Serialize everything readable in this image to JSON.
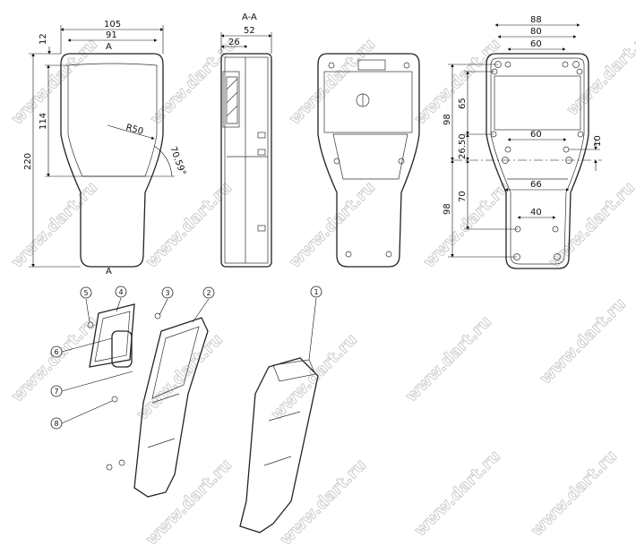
{
  "watermark": "www.dart.ru",
  "front_view": {
    "width_outer": "105",
    "width_inner": "91",
    "height_total": "220",
    "height_screen": "114",
    "top_offset": "12",
    "radius": "R50",
    "angle": "70.59°",
    "section_mark": "A"
  },
  "section_view": {
    "title": "A-A",
    "depth_total": "52",
    "depth_part": "26"
  },
  "mount_view": {
    "width_88": "88",
    "width_80": "80",
    "width_60_top": "60",
    "width_60_mid": "60",
    "width_66": "66",
    "width_40": "40",
    "height_98_top": "98",
    "height_65": "65",
    "height_26_50": "26.50",
    "height_70": "70",
    "height_98_bottom": "98",
    "offset_10": "10"
  },
  "balloons": [
    "1",
    "2",
    "3",
    "4",
    "5",
    "6",
    "7",
    "8"
  ]
}
